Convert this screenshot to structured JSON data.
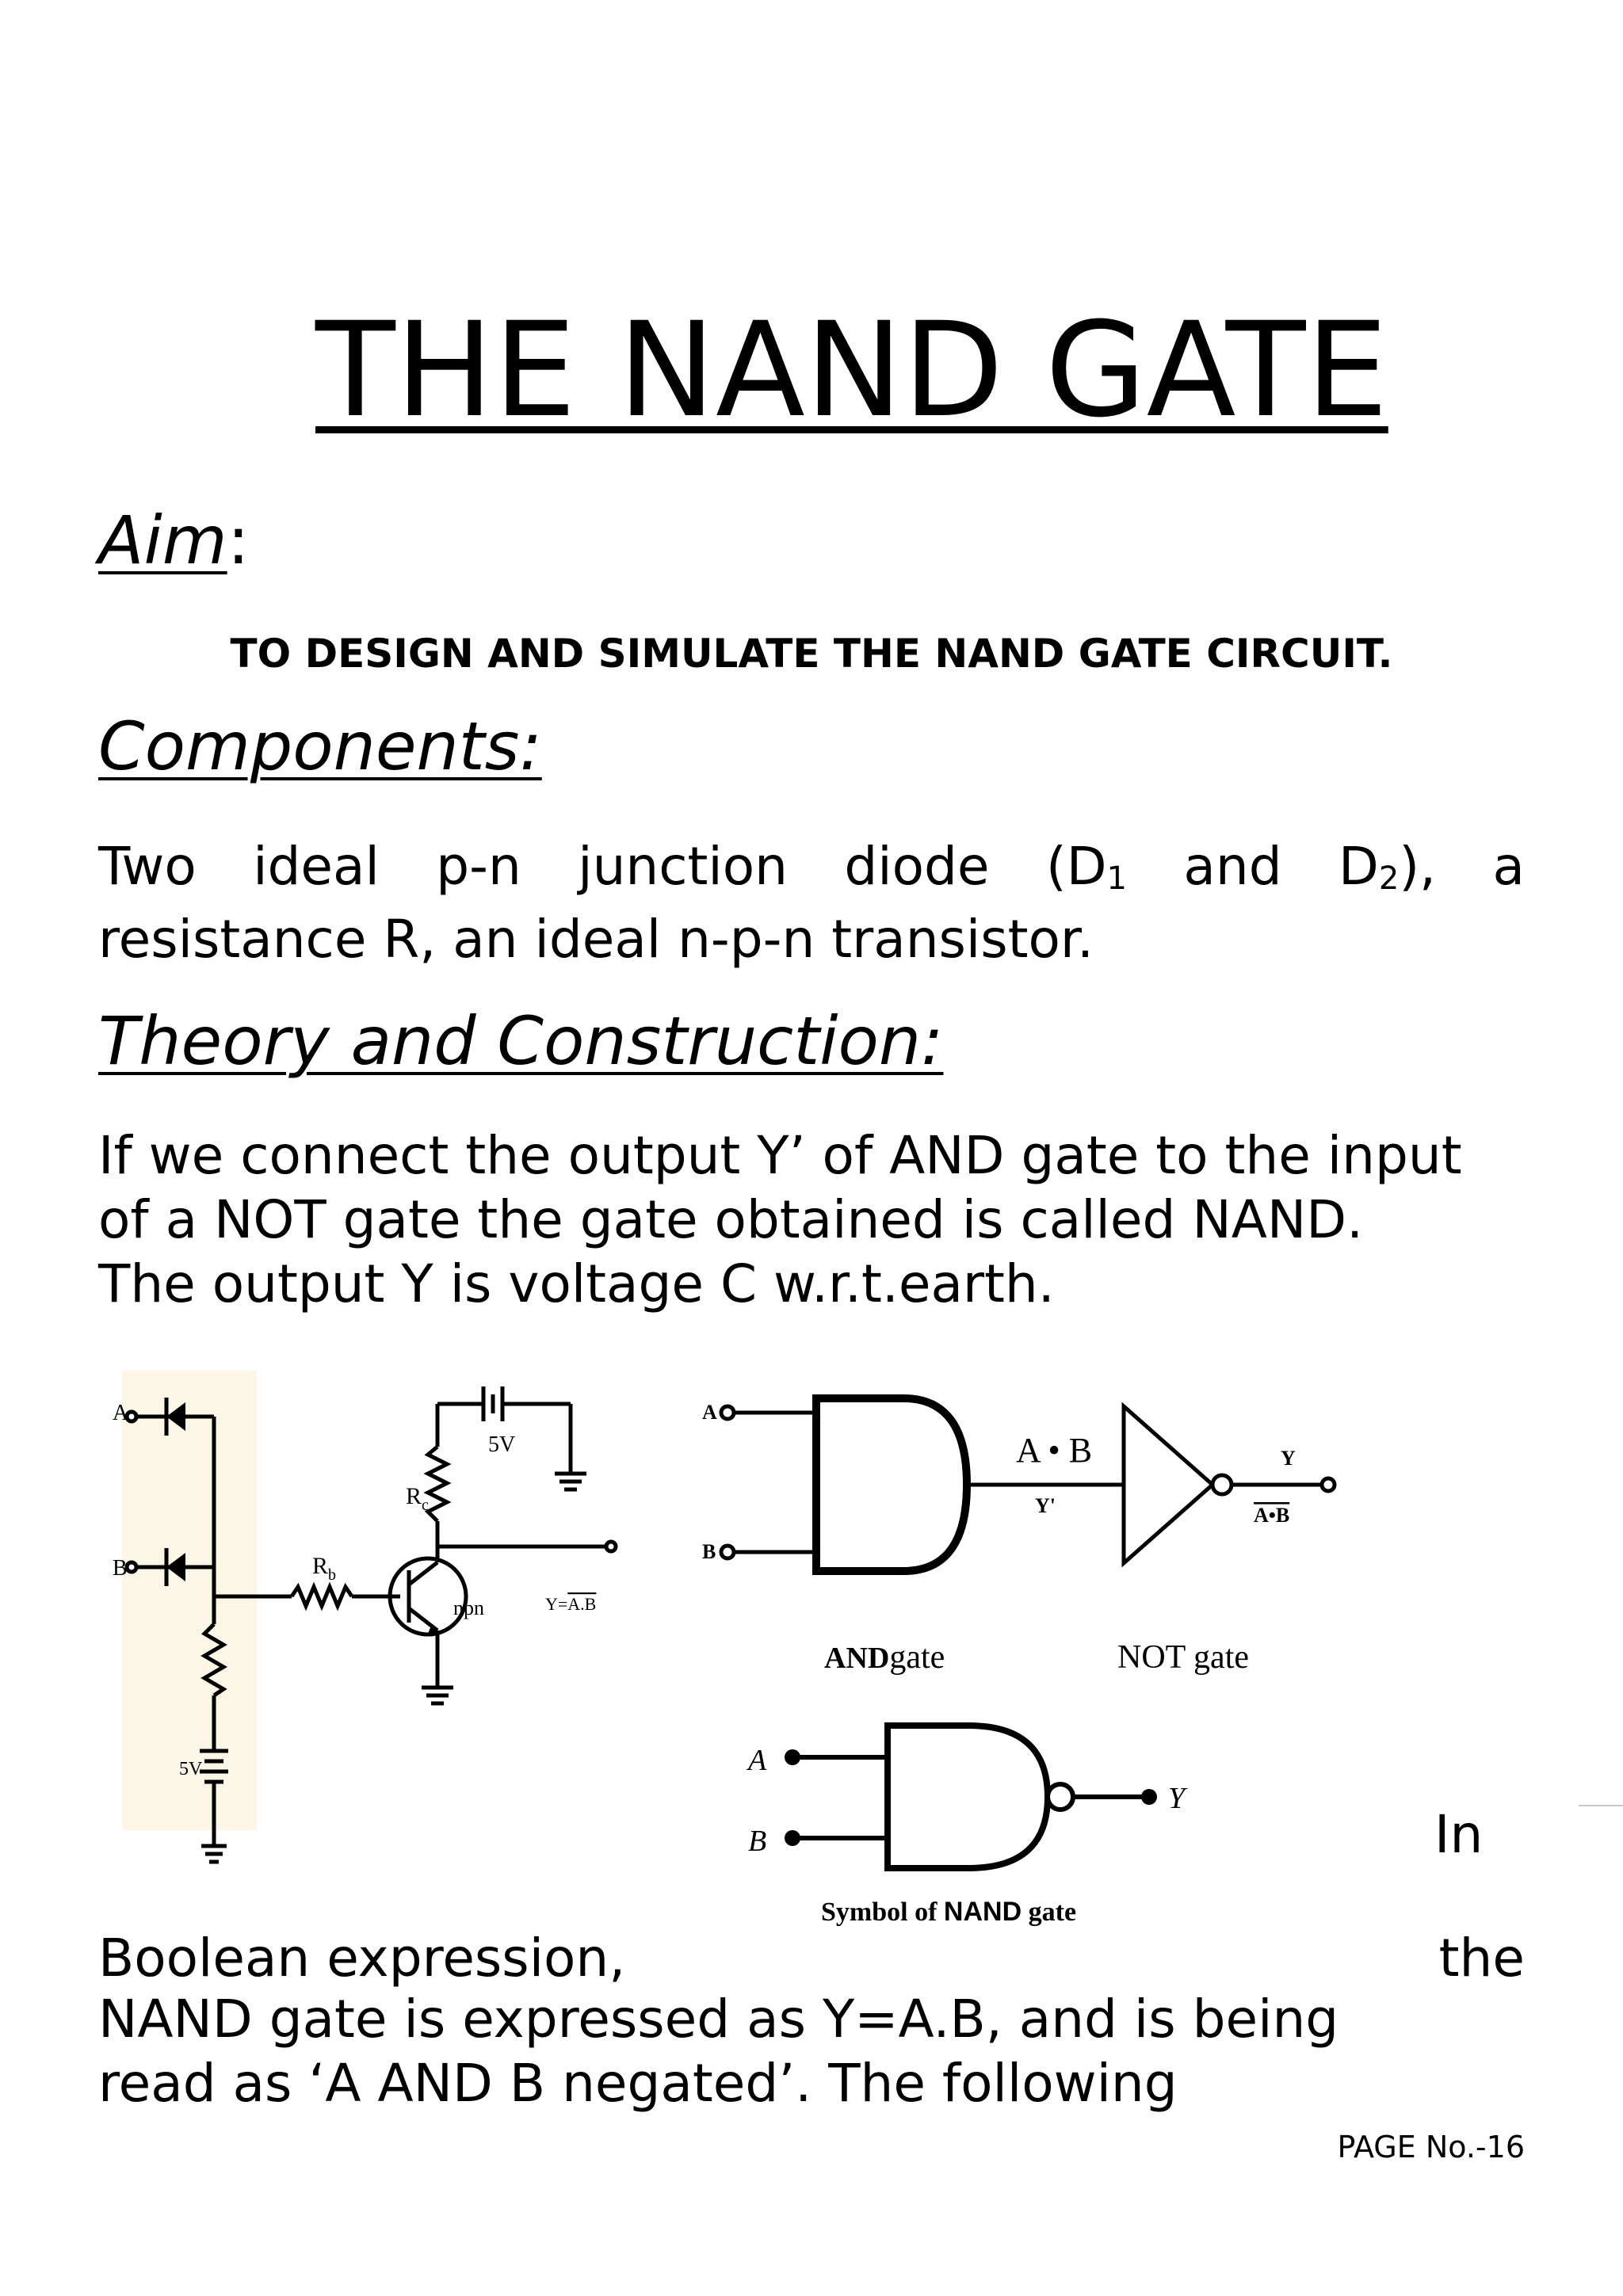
{
  "title": "THE NAND GATE",
  "aim": {
    "heading": "Aim",
    "colon": ":",
    "text": "TO DESIGN AND SIMULATE THE NAND GATE CIRCUIT."
  },
  "components": {
    "heading": "Components:",
    "line1": [
      "Two",
      "ideal",
      "p-n",
      "junction",
      "diode",
      "(D",
      "1",
      "and",
      "D",
      "2",
      "),",
      "a"
    ],
    "line2": "resistance R, an ideal n-p-n transistor."
  },
  "theory": {
    "heading": "Theory and Construction:",
    "lines": [
      "If we connect the output Y’ of AND gate to the input",
      "of a NOT gate the gate obtained is called NAND.",
      "The output Y is voltage C w.r.t.earth."
    ]
  },
  "circuit_diagram": {
    "input_a": "A",
    "input_b": "B",
    "rc_label": "R",
    "rc_sub": "c",
    "rb_label": "R",
    "rb_sub": "b",
    "battery_top": "5V",
    "battery_bottom": "5V",
    "transistor_type": "npn",
    "output_label_prefix": "Y=",
    "output_label_bar": "A.B"
  },
  "and_not_diagram": {
    "input_a": "A",
    "input_b": "B",
    "and_output": "A",
    "and_output_b": "B",
    "y_prime": "Y'",
    "output": "Y",
    "output_expr": "A•B",
    "and_caption_a": "AND",
    "and_caption_b": "gate",
    "not_caption": "NOT gate"
  },
  "nand_symbol": {
    "input_a": "A",
    "input_b": "B",
    "output": "Y",
    "caption_a": "Symbol of",
    "caption_b": "NAND",
    "caption_c": "gate"
  },
  "boolean": {
    "in_word": "In",
    "line1_left": "Boolean expression,",
    "line1_right": "the",
    "line2": "NAND gate is expressed as Y=A.B, and is being",
    "line3": "read as ‘A AND B negated’. The following"
  },
  "page_number": "PAGE No.-16"
}
